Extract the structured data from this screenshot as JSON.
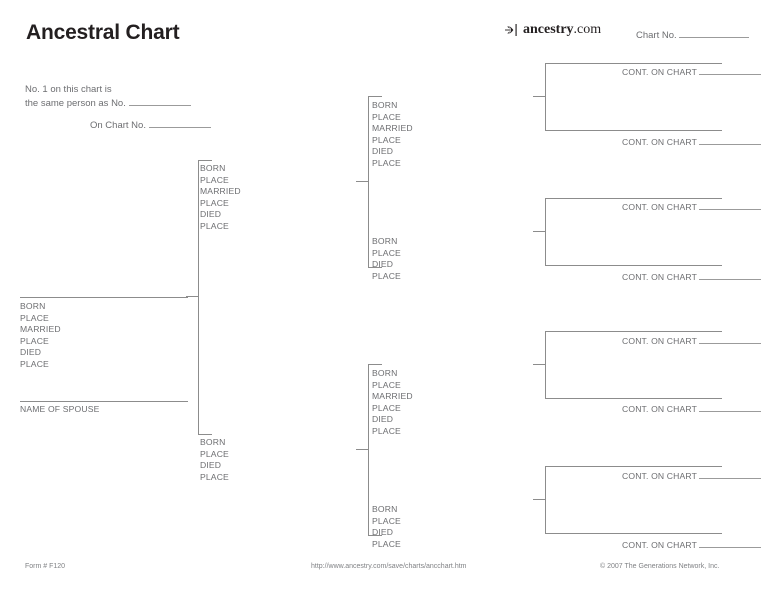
{
  "header": {
    "title": "Ancestral Chart",
    "brand_name": "ancestry",
    "brand_tld": ".com",
    "brand_icon": "ancestry-leaf-icon",
    "chart_no_label": "Chart No."
  },
  "note": {
    "line1": "No. 1 on this chart is",
    "line2": "the same person as No.",
    "line3": "On Chart No."
  },
  "fields": {
    "born": "BORN",
    "place": "PLACE",
    "married": "MARRIED",
    "died": "DIED",
    "spouse": "NAME OF SPOUSE"
  },
  "cont_label": "CONT. ON CHART",
  "footer": {
    "form_no": "Form # F120",
    "url": "http://www.ancestry.com/save/charts/ancchart.htm",
    "copyright": "© 2007 The Generations Network, Inc."
  },
  "colors": {
    "text": "#6d6e71",
    "title": "#231f20",
    "line": "#8c8c8c",
    "rule": "#9b9b9b",
    "background": "#ffffff"
  },
  "persons": [
    {
      "id": "p1",
      "generation": 1,
      "lines": [
        "BORN",
        "PLACE",
        "MARRIED",
        "PLACE",
        "DIED",
        "PLACE"
      ],
      "has_spouse": true,
      "spouse_label": "NAME OF SPOUSE"
    },
    {
      "id": "p2",
      "generation": 2,
      "lines": [
        "BORN",
        "PLACE",
        "MARRIED",
        "PLACE",
        "DIED",
        "PLACE"
      ],
      "has_spouse": false
    },
    {
      "id": "p3",
      "generation": 2,
      "lines": [
        "BORN",
        "PLACE",
        "DIED",
        "PLACE"
      ],
      "has_spouse": false
    },
    {
      "id": "p4",
      "generation": 3,
      "lines": [
        "BORN",
        "PLACE",
        "MARRIED",
        "PLACE",
        "DIED",
        "PLACE"
      ],
      "has_spouse": false
    },
    {
      "id": "p5",
      "generation": 3,
      "lines": [
        "BORN",
        "PLACE",
        "DIED",
        "PLACE"
      ],
      "has_spouse": false
    },
    {
      "id": "p6",
      "generation": 3,
      "lines": [
        "BORN",
        "PLACE",
        "MARRIED",
        "PLACE",
        "DIED",
        "PLACE"
      ],
      "has_spouse": false
    },
    {
      "id": "p7",
      "generation": 3,
      "lines": [
        "BORN",
        "PLACE",
        "DIED",
        "PLACE"
      ],
      "has_spouse": false
    }
  ],
  "cont_slots": [
    {
      "id": "c1",
      "label": "CONT. ON CHART"
    },
    {
      "id": "c2",
      "label": "CONT. ON CHART"
    },
    {
      "id": "c3",
      "label": "CONT. ON CHART"
    },
    {
      "id": "c4",
      "label": "CONT. ON CHART"
    },
    {
      "id": "c5",
      "label": "CONT. ON CHART"
    },
    {
      "id": "c6",
      "label": "CONT. ON CHART"
    },
    {
      "id": "c7",
      "label": "CONT. ON CHART"
    },
    {
      "id": "c8",
      "label": "CONT. ON CHART"
    }
  ]
}
